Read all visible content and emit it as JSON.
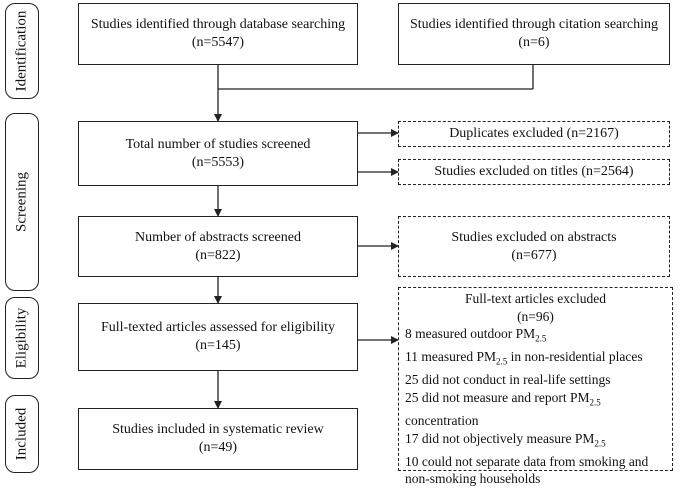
{
  "stages": {
    "identification": "Identification",
    "screening": "Screening",
    "eligibility": "Eligibility",
    "included": "Included"
  },
  "boxes": {
    "database": {
      "title": "Studies identified through database searching",
      "count": "(n=5547)"
    },
    "citation": {
      "title": "Studies identified through citation searching",
      "count": "(n=6)"
    },
    "screened": {
      "title": "Total number of studies screened",
      "count": "(n=5553)"
    },
    "duplicates": {
      "title": "Duplicates excluded (n=2167)"
    },
    "titles": {
      "title": "Studies excluded on titles (n=2564)"
    },
    "abstracts": {
      "title": "Number of abstracts screened",
      "count": "(n=822)"
    },
    "abstracts_excluded": {
      "title": "Studies excluded on abstracts",
      "count": "(n=677)"
    },
    "fulltext": {
      "title": "Full-texted articles assessed for eligibility",
      "count": "(n=145)"
    },
    "included": {
      "title": "Studies included in systematic review",
      "count": "(n=49)"
    },
    "fulltext_excluded": {
      "title": "Full-text articles excluded",
      "count": "(n=96)",
      "reasons": [
        {
          "pre": "8 measured outdoor PM",
          "sub": "2.5",
          "post": ""
        },
        {
          "pre": "11 measured PM",
          "sub": "2.5",
          "post": " in non-residential places"
        },
        {
          "pre": "25 did not conduct in real-life settings",
          "sub": "",
          "post": ""
        },
        {
          "pre": "25 did not measure and report PM",
          "sub": "2.5",
          "post": ""
        },
        {
          "pre": "concentration",
          "sub": "",
          "post": ""
        },
        {
          "pre": "17 did not objectively measure PM",
          "sub": "2.5",
          "post": ""
        },
        {
          "pre": "10 could not separate data from smoking and",
          "sub": "",
          "post": ""
        },
        {
          "pre": "non-smoking households",
          "sub": "",
          "post": ""
        }
      ]
    }
  }
}
